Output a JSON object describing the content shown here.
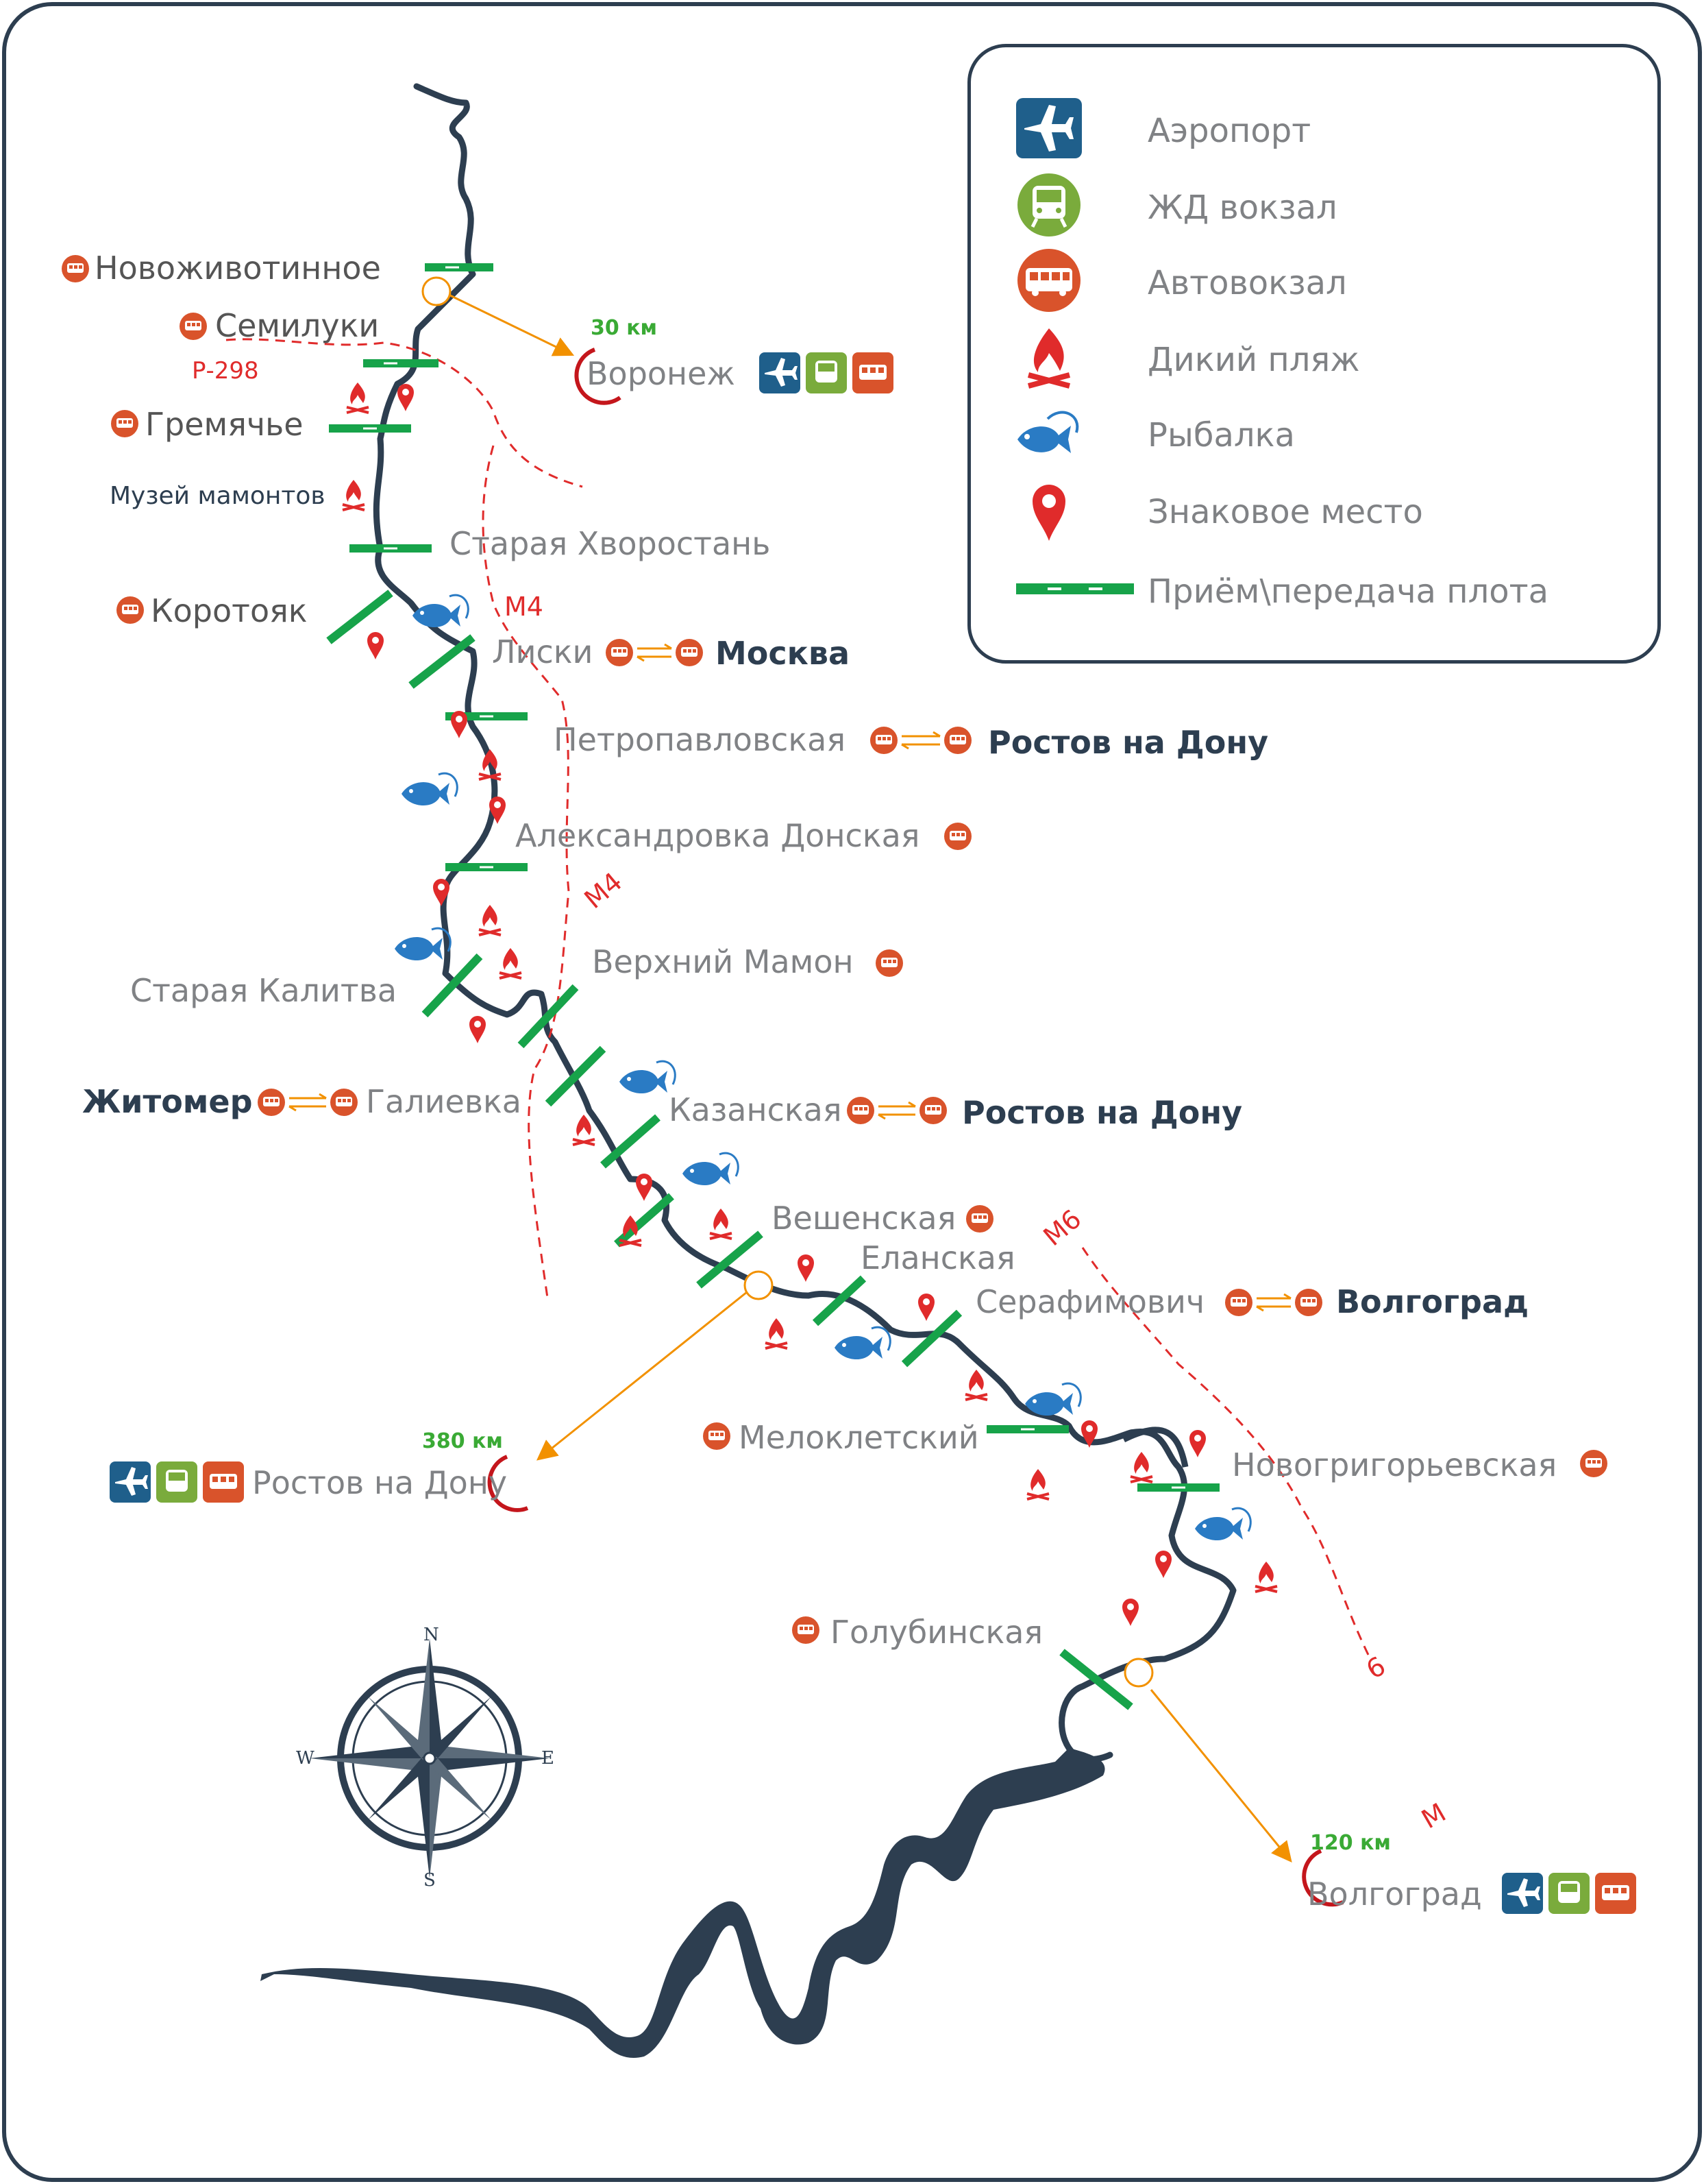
{
  "legend": {
    "items": [
      {
        "icon": "airplane-icon",
        "label": "Аэропорт"
      },
      {
        "icon": "train-icon",
        "label": "ЖД вокзал"
      },
      {
        "icon": "bus-icon",
        "label": "Автовокзал"
      },
      {
        "icon": "campfire-icon",
        "label": "Дикий пляж"
      },
      {
        "icon": "fish-icon",
        "label": "Рыбалка"
      },
      {
        "icon": "map-pin-icon",
        "label": "Знаковое место"
      },
      {
        "icon": "raft-transfer-icon",
        "label": "Приём\\передача плота"
      }
    ]
  },
  "places": {
    "novozhivotinnoe": "Новоживотинное",
    "semiluki": "Семилуки",
    "gremyachye": "Гремячье",
    "museum": "Музей мамонтов",
    "staraya_khvorostan": "Старая Хворостань",
    "korotoyak": "Коротояк",
    "liski": "Лиски",
    "moskva": "Москва",
    "petropavlovskaya": "Петропавловская",
    "rostov1": "Ростов на Дону",
    "aleksandrovka": "Александровка Донская",
    "verkhniy_mamon": "Верхний Мамон",
    "staraya_kalitva": "Старая Калитва",
    "zhitomer": "Житомер",
    "galievka": "Галиевка",
    "kazanskaya": "Казанская",
    "rostov2": "Ростов на Дону",
    "veshenskaya": "Вешенская",
    "elanskaya": "Еланская",
    "serafimovich": "Серафимович",
    "volgograd1": "Волгоград",
    "melokletskiy": "Мелоклетский",
    "novogrigoryevskaya": "Новогригорьевская",
    "golubinskaya": "Голубинская"
  },
  "cities": {
    "voronezh": {
      "name": "Воронеж",
      "distance": "30 км"
    },
    "rostov": {
      "name": "Ростов на Дону",
      "distance": "380 км"
    },
    "volgograd": {
      "name": "Волгоград",
      "distance": "120 км"
    }
  },
  "roads": {
    "r298": "Р-298",
    "m4a": "М4",
    "m4b": "М4",
    "m6": "М6",
    "six": "6",
    "m": "М"
  },
  "compass": {
    "n": "N",
    "s": "S",
    "e": "E",
    "w": "W"
  },
  "colors": {
    "river": "#2d3e50",
    "airport": "#1f5f8b",
    "train": "#7aab3c",
    "bus": "#d9532b",
    "campfire": "#e02b2b",
    "fish": "#2a7bc4",
    "pin": "#e02b2b",
    "raft": "#17a34a",
    "road": "#e02b2b",
    "arrow": "#f29100",
    "city_ring": "#c4161c"
  }
}
